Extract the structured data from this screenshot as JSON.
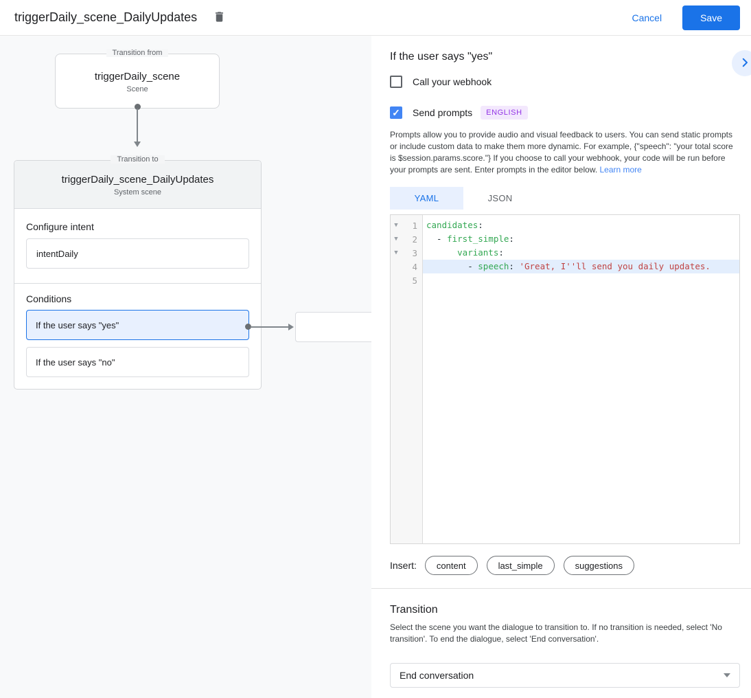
{
  "app_bar": {
    "title": "triggerDaily_scene_DailyUpdates",
    "cancel_label": "Cancel",
    "save_label": "Save"
  },
  "diagram": {
    "from_box": {
      "legend": "Transition from",
      "title": "triggerDaily_scene",
      "subtitle": "Scene"
    },
    "to_box": {
      "legend": "Transition to",
      "title": "triggerDaily_scene_DailyUpdates",
      "subtitle": "System scene",
      "configure_intent_label": "Configure intent",
      "intent_value": "intentDaily",
      "conditions_label": "Conditions",
      "conditions": [
        {
          "label": "If the user says \"yes\"",
          "selected": true
        },
        {
          "label": "If the user says \"no\"",
          "selected": false
        }
      ]
    }
  },
  "panel": {
    "title": "If the user says \"yes\"",
    "webhook_checkbox": {
      "label": "Call your webhook",
      "checked": false
    },
    "prompts_checkbox": {
      "label": "Send prompts",
      "checked": true,
      "badge": "ENGLISH",
      "checkmark": "✓"
    },
    "description": "Prompts allow you to provide audio and visual feedback to users. You can send static prompts or include custom data to make them more dynamic. For example, {\"speech\": \"your total score is $session.params.score.\"} If you choose to call your webhook, your code will be run before your prompts are sent. Enter prompts in the editor below. ",
    "learn_more_label": "Learn more",
    "tabs": [
      {
        "label": "YAML",
        "selected": true
      },
      {
        "label": "JSON",
        "selected": false
      }
    ],
    "editor": {
      "lines": [
        {
          "num": 1,
          "fold": true,
          "highlight": false,
          "tokens": [
            {
              "t": "key",
              "v": "candidates"
            },
            {
              "t": "p",
              "v": ":"
            }
          ]
        },
        {
          "num": 2,
          "fold": true,
          "highlight": false,
          "tokens": [
            {
              "t": "p",
              "v": "  - "
            },
            {
              "t": "key",
              "v": "first_simple"
            },
            {
              "t": "p",
              "v": ":"
            }
          ]
        },
        {
          "num": 3,
          "fold": true,
          "highlight": false,
          "tokens": [
            {
              "t": "p",
              "v": "      "
            },
            {
              "t": "key",
              "v": "variants"
            },
            {
              "t": "p",
              "v": ":"
            }
          ]
        },
        {
          "num": 4,
          "fold": false,
          "highlight": true,
          "tokens": [
            {
              "t": "p",
              "v": "        - "
            },
            {
              "t": "key",
              "v": "speech"
            },
            {
              "t": "p",
              "v": ": "
            },
            {
              "t": "str",
              "v": "'Great, I''ll send you daily updates."
            }
          ]
        },
        {
          "num": 5,
          "fold": false,
          "highlight": false,
          "tokens": []
        }
      ]
    },
    "insert_label": "Insert:",
    "insert_chips": [
      "content",
      "last_simple",
      "suggestions"
    ],
    "transition": {
      "heading": "Transition",
      "description": "Select the scene you want the dialogue to transition to. If no transition is needed, select 'No transition'. To end the dialogue, select 'End conversation'.",
      "dropdown_value": "End conversation"
    }
  },
  "colors": {
    "accent_blue": "#1a73e8",
    "checkbox_blue": "#4285f4",
    "selected_condition_bg": "#e8f0fe",
    "badge_purple": "#9334e6",
    "code_key_green": "#34a853",
    "code_string_red": "#c04443",
    "highlight_line_bg": "#e3eefd"
  }
}
